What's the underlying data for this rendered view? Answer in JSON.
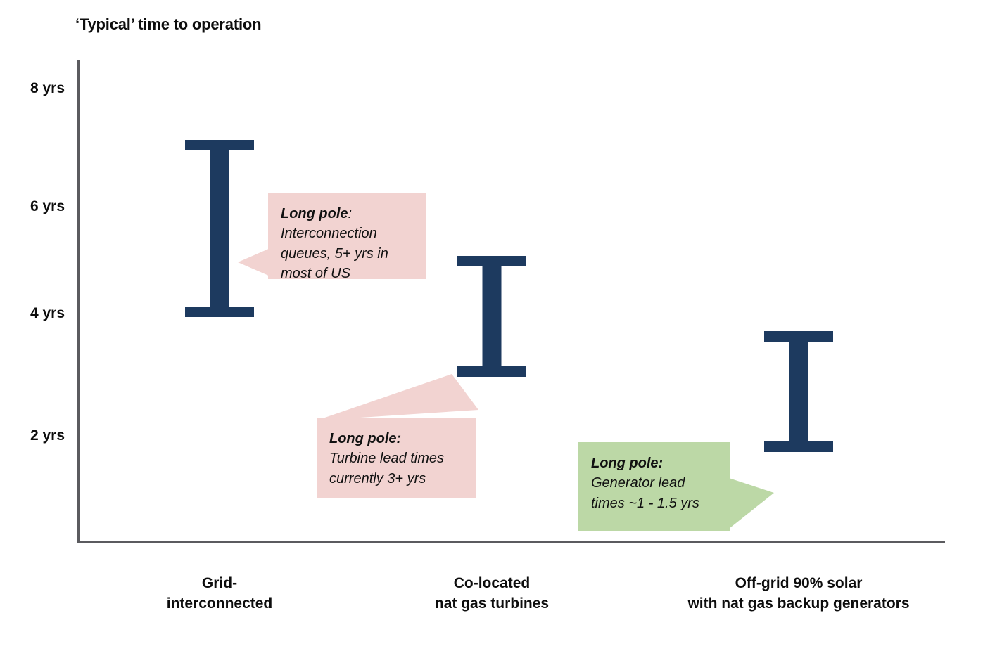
{
  "chart_data": {
    "type": "bar",
    "title": "‘Typical’ time to operation",
    "xlabel": "",
    "ylabel": "",
    "ylim": [
      0,
      8.8
    ],
    "grid": false,
    "legend": "none",
    "y_ticks": [
      {
        "label": "8 yrs",
        "value": 8
      },
      {
        "label": "6 yrs",
        "value": 6
      },
      {
        "label": "4 yrs",
        "value": 4
      },
      {
        "label": "2 yrs",
        "value": 2
      }
    ],
    "categories": [
      "Grid-interconnected",
      "Co-located nat gas turbines",
      "Off-grid 90% solar with nat gas backup generators"
    ],
    "series": [
      {
        "name": "Typical time to operation (range, yrs)",
        "ranges": [
          {
            "category": "Grid-interconnected",
            "low": 4.0,
            "high": 7.0
          },
          {
            "category": "Co-located nat gas turbines",
            "low": 3.0,
            "high": 5.0
          },
          {
            "category": "Off-grid 90% solar with nat gas backup generators",
            "low": 1.8,
            "high": 3.7
          }
        ]
      }
    ],
    "annotations": [
      {
        "target": "Grid-interconnected",
        "lead": "Long pole",
        "lead_suffix": ":",
        "text": "Interconnection queues,  5+ yrs in most of US",
        "color": "#f2d3d1"
      },
      {
        "target": "Co-located nat gas turbines",
        "lead": "Long pole:",
        "lead_suffix": "",
        "text": "Turbine lead times currently 3+ yrs",
        "color": "#f2d3d1"
      },
      {
        "target": "Off-grid 90% solar with nat gas backup generators",
        "lead": "Long pole:",
        "lead_suffix": "",
        "text": "Generator lead times ~1 - 1.5 yrs",
        "color": "#bcd8a6"
      }
    ]
  },
  "colors": {
    "bar": "#1d3a5f",
    "axis": "#5b5b5f",
    "callout_pink": "#f2d3d1",
    "callout_green": "#bcd8a6",
    "text": "#0d0d0d",
    "background": "#ffffff"
  },
  "title": "‘Typical’ time to operation",
  "y_axis": {
    "tick_8": "8 yrs",
    "tick_6": "6 yrs",
    "tick_4": "4 yrs",
    "tick_2": "2 yrs"
  },
  "x_axis": {
    "cat1_line1": "Grid-",
    "cat1_line2": "interconnected",
    "cat2_line1": "Co-located",
    "cat2_line2": "nat gas turbines",
    "cat3_line1": "Off-grid 90% solar",
    "cat3_line2": "with nat gas backup generators"
  },
  "callouts": {
    "one": {
      "lead": "Long pole",
      "lead_suffix": ":",
      "line1": "Interconnection",
      "line2": "queues,  5+ yrs in",
      "line3": "most of US"
    },
    "two": {
      "lead": "Long pole:",
      "line1": "Turbine lead times",
      "line2": "currently 3+ yrs"
    },
    "three": {
      "lead": "Long pole:",
      "line1": "Generator lead",
      "line2": "times ~1 - 1.5 yrs"
    }
  }
}
